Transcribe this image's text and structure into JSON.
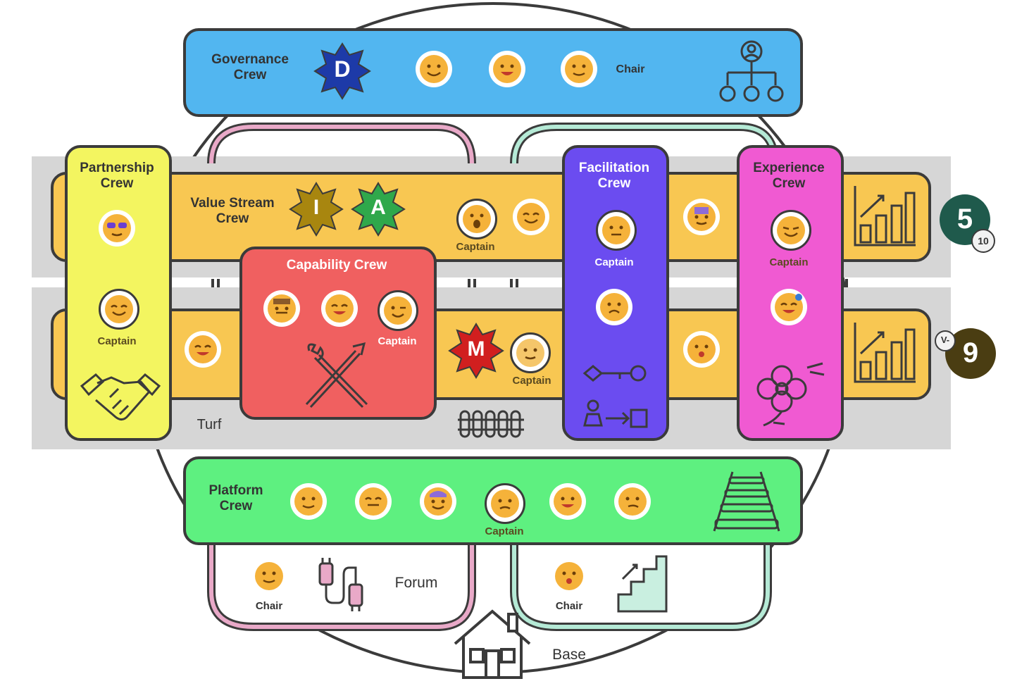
{
  "governance": {
    "title": "Governance\nCrew",
    "badge": "D",
    "chair_label": "Chair",
    "color": "#52b6f0"
  },
  "partnership": {
    "title": "Partnership\nCrew",
    "captain": "Captain",
    "color": "#f3f560"
  },
  "value_stream": {
    "title": "Value Stream\nCrew",
    "badges": [
      "I",
      "A"
    ],
    "captain": "Captain",
    "badge_colors": [
      "#a8860f",
      "#2fa84b"
    ]
  },
  "capability": {
    "title": "Capability Crew",
    "captain": "Captain",
    "color": "#f06060"
  },
  "facilitation": {
    "title": "Facilitation\nCrew",
    "captain": "Captain",
    "color": "#6b4cf0"
  },
  "experience": {
    "title": "Experience\nCrew",
    "captain": "Captain",
    "color": "#f05ad2"
  },
  "lower_lane": {
    "badge": "M",
    "captain": "Captain",
    "turf": "Turf"
  },
  "platform": {
    "title": "Platform\nCrew",
    "captain": "Captain",
    "color": "#5ef080"
  },
  "forum": {
    "label": "Forum",
    "chair": "Chair"
  },
  "right_chair": {
    "chair": "Chair"
  },
  "base": {
    "label": "Base"
  },
  "markers": {
    "top_number": "5",
    "top_sub": "10",
    "bottom_number": "9",
    "bottom_sub": "V-"
  }
}
